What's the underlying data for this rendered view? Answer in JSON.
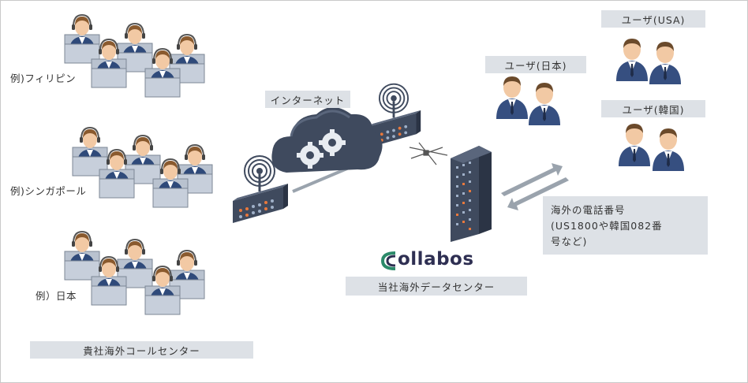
{
  "labels": {
    "philippines": "例)フィリピン",
    "singapore": "例)シンガポール",
    "japan": "例）日本",
    "callcenter": "貴社海外コールセンター",
    "internet": "インターネット",
    "datacenter": "当社海外データセンター",
    "user_japan": "ユーザ(日本)",
    "user_usa": "ユーザ(USA)",
    "user_korea": "ユーザ(韓国)",
    "phone_line1": "海外の電話番号",
    "phone_line2": "(US1800や韓国082番",
    "phone_line3": "号など)"
  },
  "logo": {
    "text": "ollabos"
  },
  "icons": [
    "agent-group-icon",
    "router-icon",
    "cloud-gears-icon",
    "server-tower-icon",
    "network-node-icon",
    "user-icon",
    "bidirectional-arrow-icon"
  ],
  "colors": {
    "label_bg": "#dde1e6",
    "logo_text": "#2e2f52",
    "logo_accent": "#2c8a6a",
    "device_dark": "#3f4a5e",
    "led_orange": "#e8783c"
  }
}
